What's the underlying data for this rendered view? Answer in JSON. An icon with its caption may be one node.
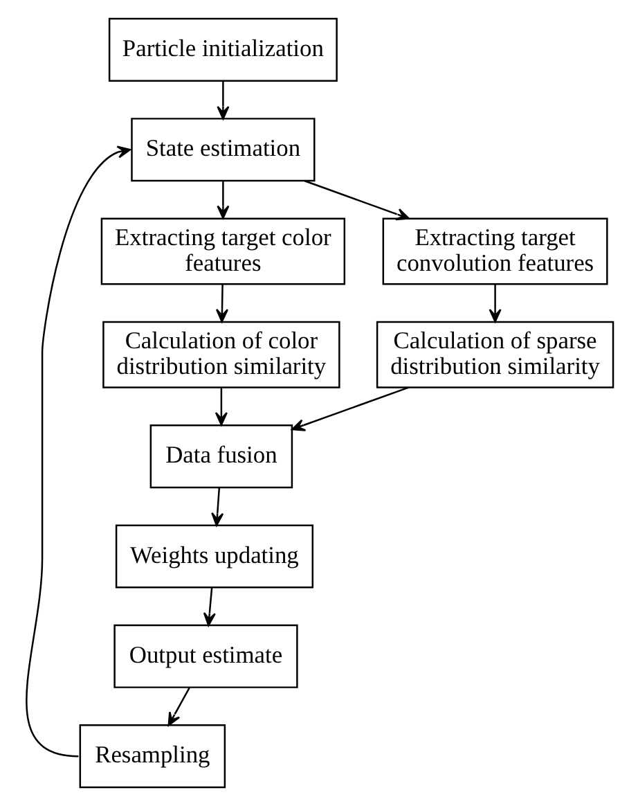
{
  "diagram": {
    "nodes": [
      {
        "text": [
          "Particle initialization"
        ]
      },
      {
        "text": [
          "State estimation"
        ]
      },
      {
        "text": [
          "Extracting target color features"
        ]
      },
      {
        "text": [
          "Extracting target convolution features"
        ]
      },
      {
        "text": [
          "Calculation of color distribution similarity"
        ]
      },
      {
        "text": [
          "Calculation of sparse distribution similarity"
        ]
      },
      {
        "text": [
          "Data fusion"
        ]
      },
      {
        "text": [
          "Weights updating"
        ]
      },
      {
        "text": [
          "Output estimate"
        ]
      },
      {
        "text": [
          "Resampling"
        ]
      }
    ],
    "edges": [
      {
        "from": 0,
        "to": 1,
        "arrow": "to"
      },
      {
        "from": 1,
        "to": 2,
        "arrow": "to"
      },
      {
        "from": 1,
        "to": 3,
        "arrow": "to"
      },
      {
        "from": 2,
        "to": 4,
        "arrow": "to"
      },
      {
        "from": 3,
        "to": 5,
        "arrow": "to"
      },
      {
        "from": 4,
        "to": 6,
        "arrow": "to"
      },
      {
        "from": 5,
        "to": 6,
        "arrow": "to"
      },
      {
        "from": 6,
        "to": 7,
        "arrow": "to"
      },
      {
        "from": 7,
        "to": 8,
        "arrow": "to"
      },
      {
        "from": 8,
        "to": 9,
        "arrow": "to"
      },
      {
        "from": 9,
        "to": 1,
        "arrow": "to"
      }
    ]
  }
}
